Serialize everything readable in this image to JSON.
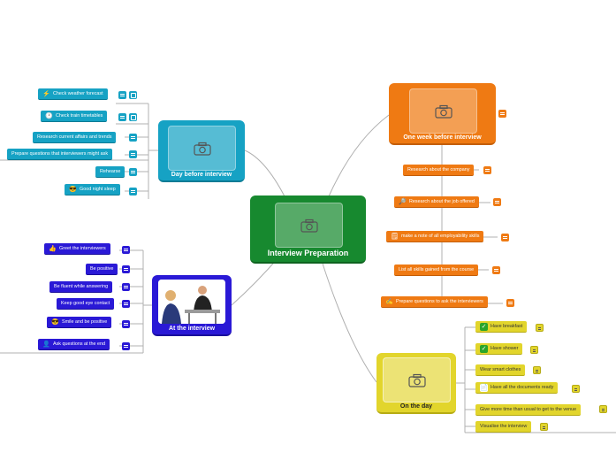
{
  "colors": {
    "central": "#17892f",
    "cyan": "#16a2c4",
    "orange": "#ef7a13",
    "yellow": "#e2d52c",
    "blue": "#2a19d6",
    "link": "#b0b0b0"
  },
  "central": {
    "label": "Interview Preparation",
    "icon": "camera-icon"
  },
  "branches": {
    "week_before": {
      "label": "One week before interview",
      "icon": "camera-icon",
      "items": [
        {
          "label": "Research about the company",
          "icon": ""
        },
        {
          "label": "Research about the job offered",
          "icon": "magnifier-icon"
        },
        {
          "label": "make a note of all employability skills",
          "icon": "notepad-icon"
        },
        {
          "label": "List all skills gained from the course",
          "icon": ""
        },
        {
          "label": "Prepare questions to ask the interviewers",
          "icon": "pencil-icon"
        }
      ]
    },
    "day_before": {
      "label": "Day before interview",
      "icon": "camera-icon",
      "items": [
        {
          "label": "Check weather forecast",
          "icon": "lightning-icon"
        },
        {
          "label": "Check train timetables",
          "icon": "clock-icon"
        },
        {
          "label": "Research current affairs and trends",
          "icon": ""
        },
        {
          "label": "Prepare questions that interviewers might ask",
          "icon": ""
        },
        {
          "label": "Rehearse",
          "icon": ""
        },
        {
          "label": "Good night sleep",
          "icon": "sunglasses-smiley-icon"
        }
      ]
    },
    "at_interview": {
      "label": "At the interview",
      "icon": "interview-photo",
      "items": [
        {
          "label": "Greet the interviewers",
          "icon": "thumbs-up-icon"
        },
        {
          "label": "Be positive",
          "icon": ""
        },
        {
          "label": "Be fluent while answering",
          "icon": ""
        },
        {
          "label": "Keep good eye contact",
          "icon": ""
        },
        {
          "label": "Smile and be positive",
          "icon": "sunglasses-smiley-icon"
        },
        {
          "label": "Ask questions at the end",
          "icon": "person-icon"
        }
      ]
    },
    "on_the_day": {
      "label": "On the day",
      "icon": "camera-icon",
      "items": [
        {
          "label": "Have breakfast",
          "icon": "checkmark-icon"
        },
        {
          "label": "Have shower",
          "icon": "checkmark-icon"
        },
        {
          "label": "Wear smart clothes",
          "icon": ""
        },
        {
          "label": "Have all the documents ready",
          "icon": "documents-icon"
        },
        {
          "label": "Give more time than usual to get to the venue",
          "icon": ""
        },
        {
          "label": "Visualise the interview",
          "icon": ""
        }
      ]
    }
  }
}
